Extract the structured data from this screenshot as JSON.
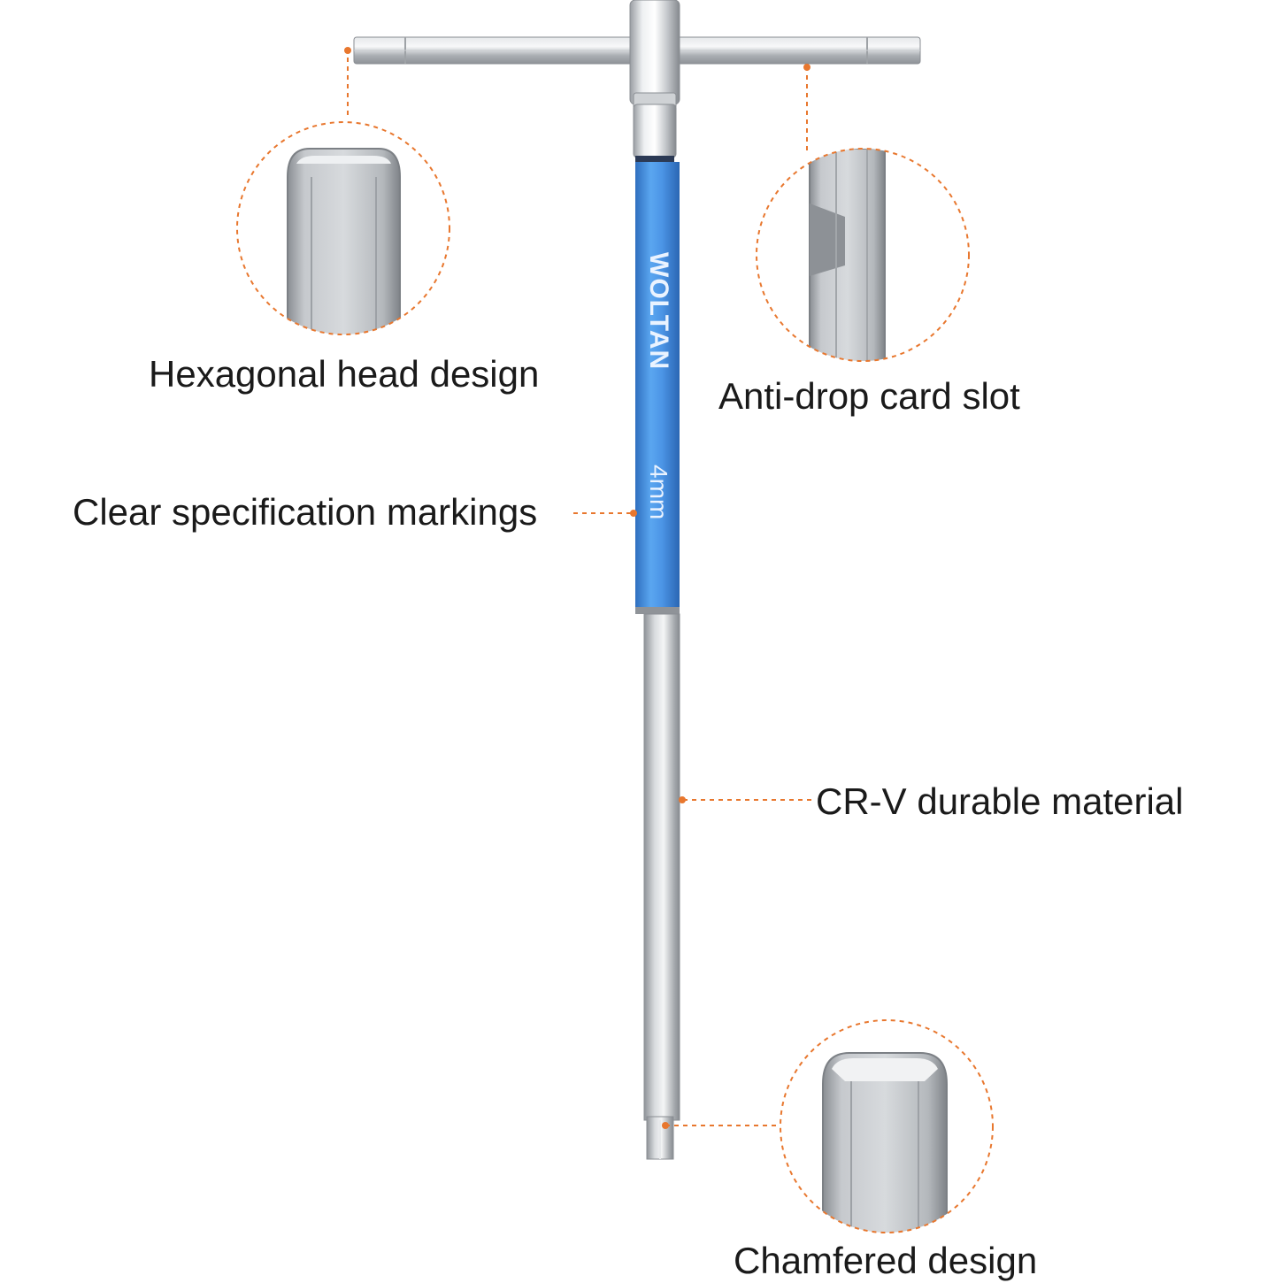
{
  "labels": {
    "hexagonal_head": "Hexagonal head design",
    "anti_drop": "Anti-drop card slot",
    "spec_markings": "Clear specification markings",
    "crv_material": "CR-V durable material",
    "chamfered": "Chamfered design"
  },
  "handle": {
    "brand": "WOLTAN",
    "size": "4mm"
  },
  "colors": {
    "accent_line": "#e8772e",
    "handle_blue": "#3f8fe0",
    "steel": "#b9bcc0"
  }
}
